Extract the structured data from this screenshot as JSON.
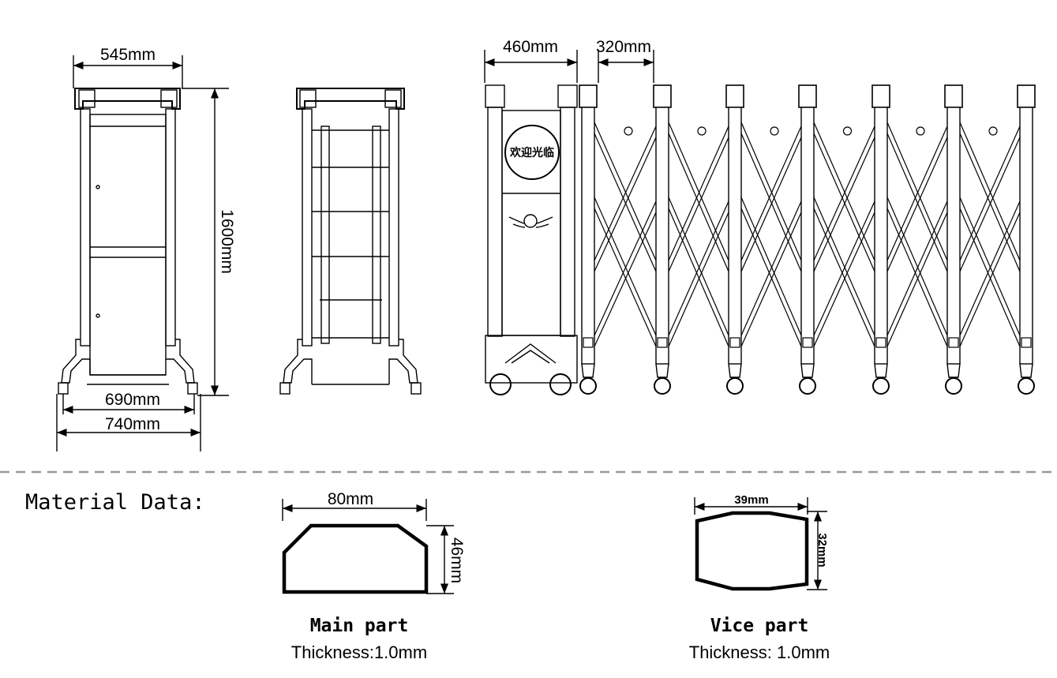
{
  "front_view": {
    "top_width": "545mm",
    "height": "1600mm",
    "inner_base_width": "690mm",
    "outer_base_width": "740mm"
  },
  "gate_view": {
    "head_width": "460mm",
    "panel_spacing": "320mm",
    "sign_text": "欢迎光临"
  },
  "material": {
    "section_title": "Material Data:",
    "main_part": {
      "width": "80mm",
      "height": "46mm",
      "name": "Main part",
      "thickness": "Thickness:1.0mm"
    },
    "vice_part": {
      "width": "39mm",
      "height": "32mm",
      "name": "Vice part",
      "thickness": "Thickness: 1.0mm"
    }
  },
  "colors": {
    "line": "#000000",
    "divider": "#999999",
    "background": "#ffffff"
  }
}
